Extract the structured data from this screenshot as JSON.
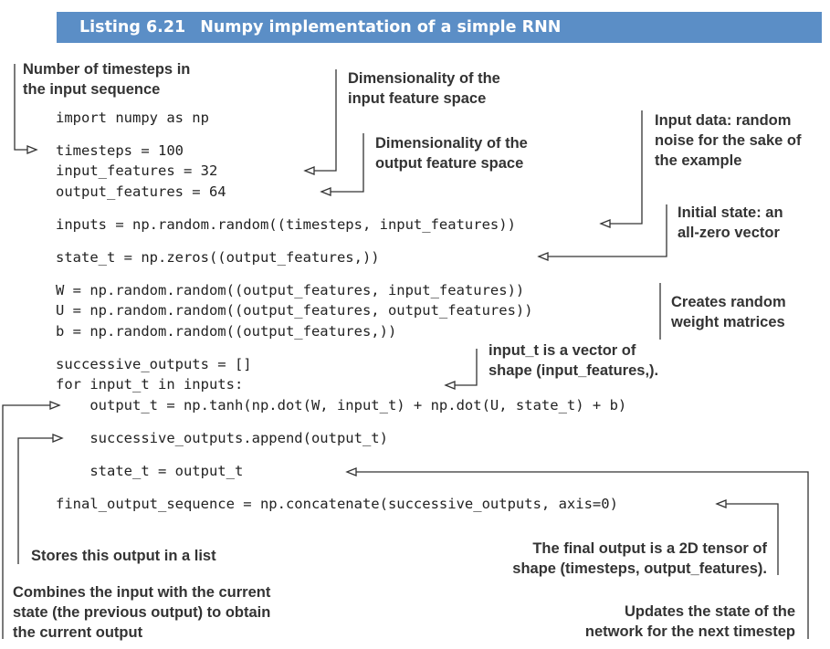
{
  "listing": {
    "number": "Listing 6.21",
    "title": "Numpy implementation of a simple RNN"
  },
  "code_lines": [
    "import numpy as np",
    "timesteps = 100",
    "input_features = 32",
    "output_features = 64",
    "inputs = np.random.random((timesteps, input_features))",
    "state_t = np.zeros((output_features,))",
    "W = np.random.random((output_features, input_features))",
    "U = np.random.random((output_features, output_features))",
    "b = np.random.random((output_features,))",
    "successive_outputs = []",
    "for input_t in inputs:",
    "    output_t = np.tanh(np.dot(W, input_t) + np.dot(U, state_t) + b)",
    "    successive_outputs.append(output_t)",
    "    state_t = output_t",
    "final_output_sequence = np.concatenate(successive_outputs, axis=0)"
  ],
  "annotations": {
    "timesteps": [
      "Number of timesteps in",
      "the input sequence"
    ],
    "input_dim": [
      "Dimensionality of the",
      "input feature space"
    ],
    "output_dim": [
      "Dimensionality of the",
      "output feature space"
    ],
    "input_data": [
      "Input data: random",
      "noise for the sake of",
      "the example"
    ],
    "initial_state": [
      "Initial state: an",
      "all-zero vector"
    ],
    "weights": [
      "Creates random",
      "weight matrices"
    ],
    "input_t": [
      "input_t is a vector of",
      "shape (input_features,)."
    ],
    "stores": [
      "Stores this output in a list"
    ],
    "final_output": [
      "The final output is a 2D tensor of",
      "shape (timesteps, output_features)."
    ],
    "combines": [
      "Combines the input with the current",
      "state (the previous output) to obtain",
      "the current output"
    ],
    "updates": [
      "Updates the state of the",
      "network for the next timestep"
    ]
  }
}
